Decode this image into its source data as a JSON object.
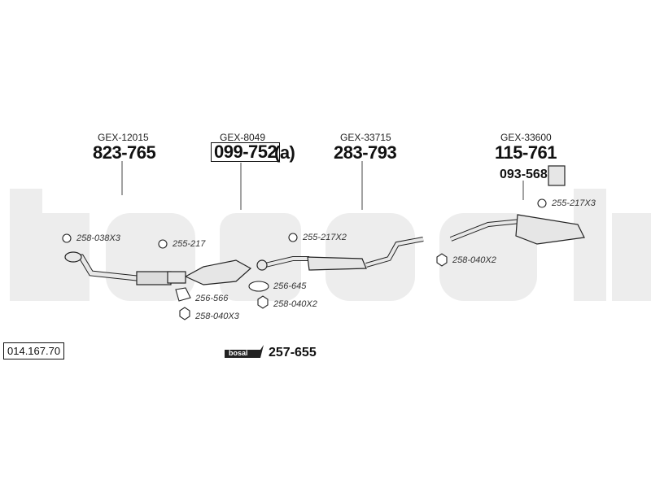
{
  "ref_number": "014.167.70",
  "groups": [
    {
      "gex": "GEX-12015",
      "part": "823-765"
    },
    {
      "gex": "GEX-8049",
      "part": "099-752",
      "suffix": "(a)"
    },
    {
      "gex": "GEX-33715",
      "part": "283-793"
    },
    {
      "gex": "GEX-33600",
      "part": "115-761"
    }
  ],
  "hanger_part": "093-568",
  "accessories": [
    "258-038X3",
    "255-217",
    "256-566",
    "258-040X3",
    "255-217X2",
    "256-645",
    "258-040X2",
    "258-040X2",
    "255-217X3"
  ],
  "kit": {
    "logo": "bosal",
    "part": "257-655"
  },
  "watermark": "bosal",
  "colors": {
    "watermark": "#ececec",
    "parts": "#e6e6e6",
    "line": "#444444"
  }
}
